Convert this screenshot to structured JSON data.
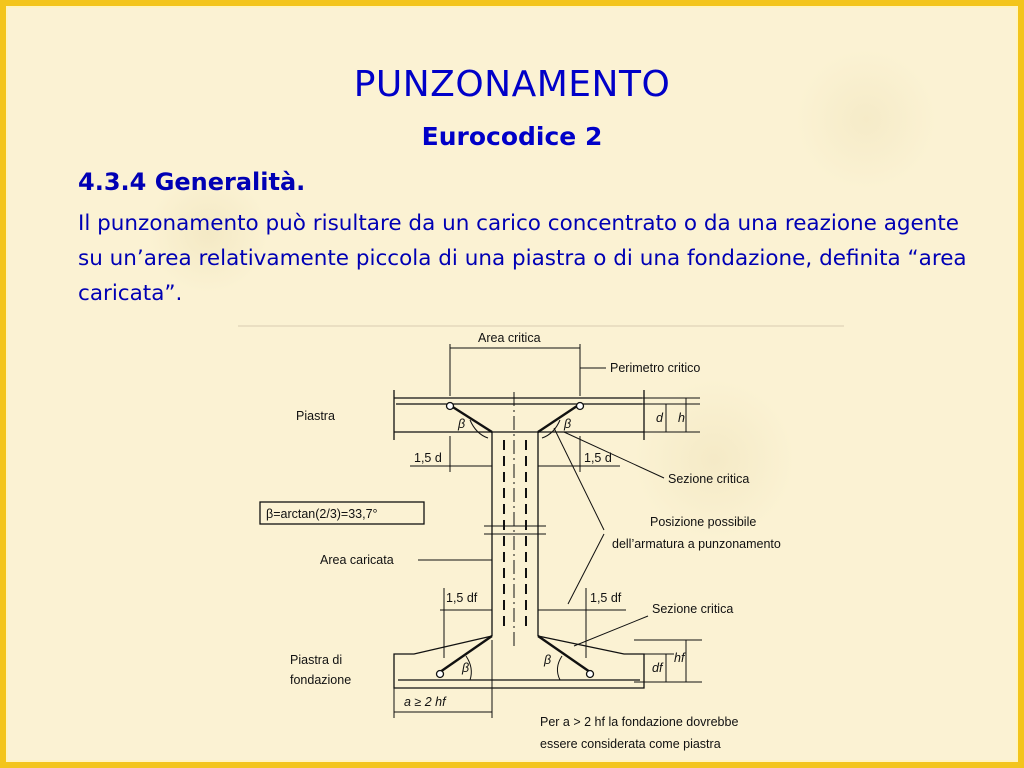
{
  "slide": {
    "title": "PUNZONAMENTO",
    "subtitle": "Eurocodice 2",
    "section_heading": "4.3.4 Generalità.",
    "paragraph": "Il punzonamento può risultare da un carico concentrato o da una reazione agente su un’area relativamente piccola di una piastra o di una fondazione, definita “area caricata”."
  },
  "diagram": {
    "labels": {
      "area_critica": "Area critica",
      "perimetro_critico": "Perimetro critico",
      "piastra": "Piastra",
      "d": "d",
      "h": "h",
      "beta": "β",
      "d15_left": "1,5 d",
      "d15_right": "1,5 d",
      "sezione_critica_top": "Sezione critica",
      "beta_formula": "β=arctan(2/3)=33,7°",
      "posizione_1": "Posizione possibile",
      "posizione_2": "dell’armatura a punzonamento",
      "area_caricata": "Area caricata",
      "df15_left": "1,5 df",
      "df15_right": "1,5 df",
      "sezione_critica_bottom": "Sezione critica",
      "piastra_di": "Piastra di",
      "fondazione": "fondazione",
      "df": "df",
      "hf": "hf",
      "a_ge": "a ≥ 2 hf",
      "note_1": "Per a > 2 hf la fondazione dovrebbe",
      "note_2": "essere considerata come piastra"
    }
  },
  "colors": {
    "border": "#f3c51c",
    "background": "#fbf2d3",
    "text_blue": "#0000b4"
  }
}
